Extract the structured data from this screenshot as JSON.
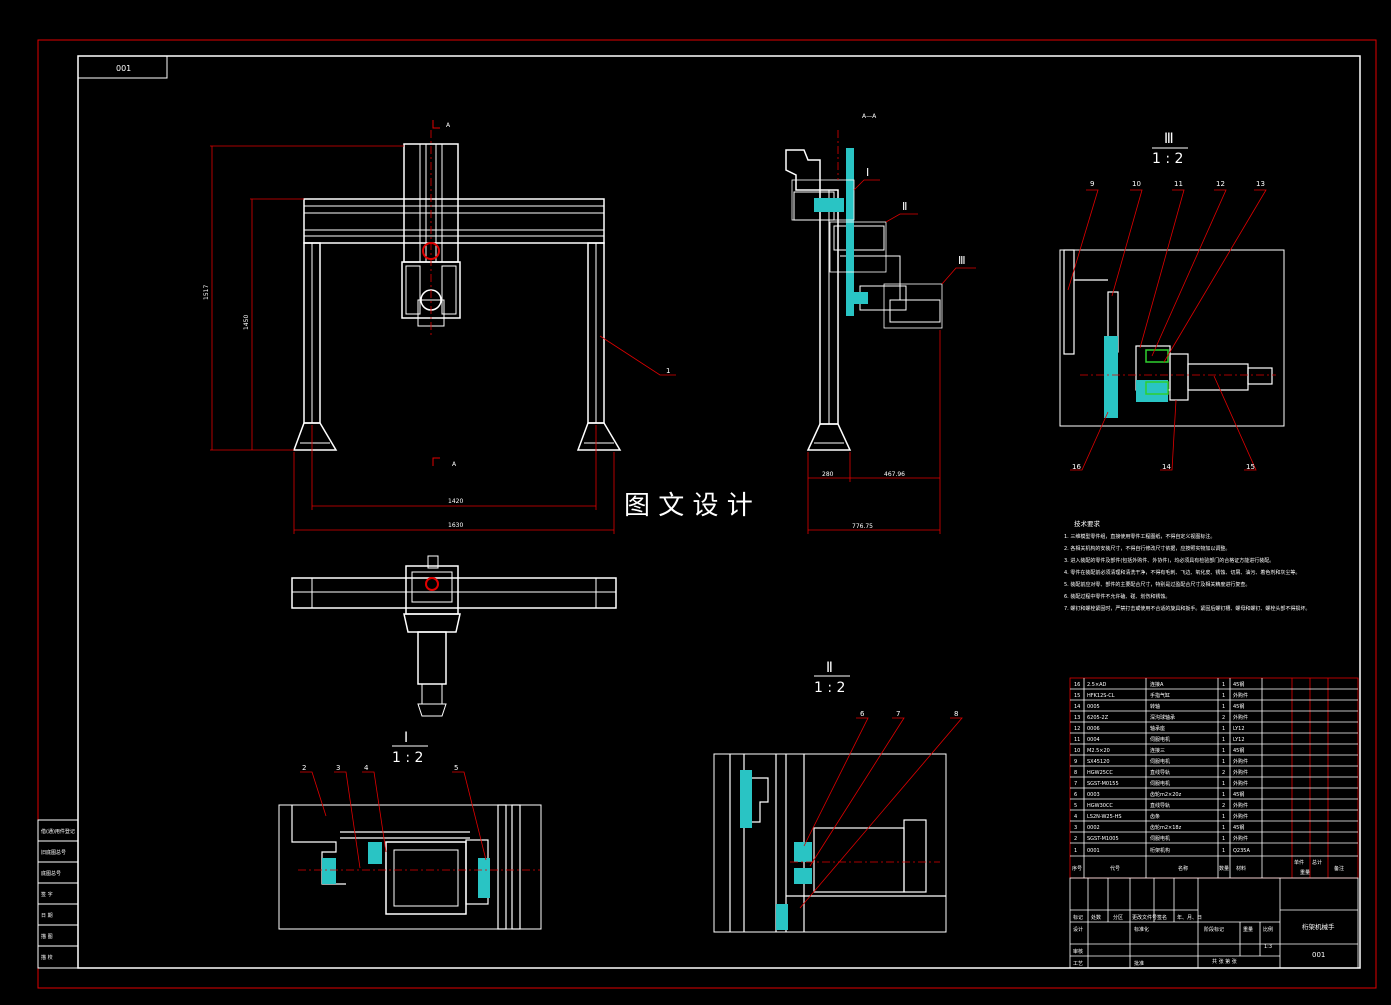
{
  "drawing_no": "001",
  "section_label": "A—A",
  "section_marks": {
    "top": "A",
    "bottom": "A"
  },
  "watermark": "图 文 设 计",
  "dimensions": {
    "overall_height": "1517",
    "inner_height": "1450",
    "inner_width": "1420",
    "overall_width": "1630",
    "side_base": "280",
    "side_reach": "467.96",
    "side_total": "776.75"
  },
  "details": {
    "I": {
      "roman": "Ⅰ",
      "scale": "1 : 2"
    },
    "II": {
      "roman": "Ⅱ",
      "scale": "1 : 2"
    },
    "III": {
      "roman": "Ⅲ",
      "scale": "1 : 2"
    }
  },
  "balloons": [
    "1",
    "2",
    "3",
    "4",
    "5",
    "6",
    "7",
    "8",
    "9",
    "10",
    "11",
    "12",
    "13",
    "14",
    "15",
    "16"
  ],
  "tech_requirements": {
    "title": "技术要求",
    "items": [
      "1. 三维模型零件组，直接使用零件工程图纸，不得自定义视图标注。",
      "2. 各相关机构的安装尺寸，不得自行修改尺寸依据，应按照实物加以调整。",
      "3. 进入装配的零件及部件(包括外购件、外协件)，均必须具有检验部门的合格证方能进行装配。",
      "4. 零件在装配前必须清理和清洗干净，不得有毛刺、飞边、氧化皮、锈蚀、切屑、油污、着色剂和灰尘等。",
      "5. 装配前应对零、部件的主要配合尺寸，特别是过盈配合尺寸及相关精度进行复查。",
      "6. 装配过程中零件不允许磕、碰、划伤和锈蚀。",
      "7. 螺钉和螺栓紧固时，严禁打击或使用不合适的旋具和扳手。紧固后螺钉槽、螺母和螺钉、螺栓头部不得损坏。"
    ]
  },
  "bom": [
    {
      "no": "16",
      "code": "2.5×AD",
      "name": "连接A",
      "qty": "1",
      "material": "45钢"
    },
    {
      "no": "15",
      "code": "HFK12S-CL",
      "name": "手指气缸",
      "qty": "1",
      "material": "外购件"
    },
    {
      "no": "14",
      "code": "0005",
      "name": "转轴",
      "qty": "1",
      "material": "45钢"
    },
    {
      "no": "13",
      "code": "6205-2Z",
      "name": "深沟球轴承",
      "qty": "2",
      "material": "外购件"
    },
    {
      "no": "12",
      "code": "0006",
      "name": "轴承座",
      "qty": "1",
      "material": "LY12"
    },
    {
      "no": "11",
      "code": "0004",
      "name": "伺服电机",
      "qty": "1",
      "material": "LY12"
    },
    {
      "no": "10",
      "code": "M2.5×20",
      "name": "连接三",
      "qty": "1",
      "material": "45钢"
    },
    {
      "no": "9",
      "code": "SX45120",
      "name": "伺服电机",
      "qty": "1",
      "material": "外购件"
    },
    {
      "no": "8",
      "code": "HGW25CC",
      "name": "直线导轨",
      "qty": "2",
      "material": "外购件"
    },
    {
      "no": "7",
      "code": "SGST-M0155",
      "name": "伺服电机",
      "qty": "1",
      "material": "外购件"
    },
    {
      "no": "6",
      "code": "0003",
      "name": "齿轮m2×20z",
      "qty": "1",
      "material": "45钢"
    },
    {
      "no": "5",
      "code": "HGW30CC",
      "name": "直线导轨",
      "qty": "2",
      "material": "外购件"
    },
    {
      "no": "4",
      "code": "LS2N-W25-HS",
      "name": "齿条",
      "qty": "1",
      "material": "外购件"
    },
    {
      "no": "3",
      "code": "0002",
      "name": "齿轮m2×18z",
      "qty": "1",
      "material": "45钢"
    },
    {
      "no": "2",
      "code": "SGST-M1005",
      "name": "伺服电机",
      "qty": "1",
      "material": "外购件"
    },
    {
      "no": "1",
      "code": "0001",
      "name": "桁架机构",
      "qty": "1",
      "material": "Q235A"
    }
  ],
  "bom_header": {
    "no": "序号",
    "code": "代号",
    "name": "名称",
    "qty": "数量",
    "material": "材料",
    "unit_weight": "单件",
    "total_weight": "总计",
    "weight": "重量",
    "remark": "备注"
  },
  "title_block": {
    "drawing_title": "桁架机械手",
    "drawing_no": "001",
    "scale": "1:3",
    "labels": {
      "mark": "标记",
      "count": "处数",
      "zone": "分区",
      "change_doc": "更改文件号",
      "sign": "签名",
      "date": "年、月、日",
      "design": "设计",
      "standard": "标准化",
      "stage": "阶段标记",
      "weight": "重量",
      "ratio": "比例",
      "check": "审核",
      "process": "工艺",
      "approve": "批准",
      "sheets": "共  张  第  张"
    }
  },
  "left_strip": [
    "借(通)用件登记",
    "旧底图总号",
    "底图总号",
    "签  字",
    "日  期",
    "描  图",
    "描  校"
  ]
}
